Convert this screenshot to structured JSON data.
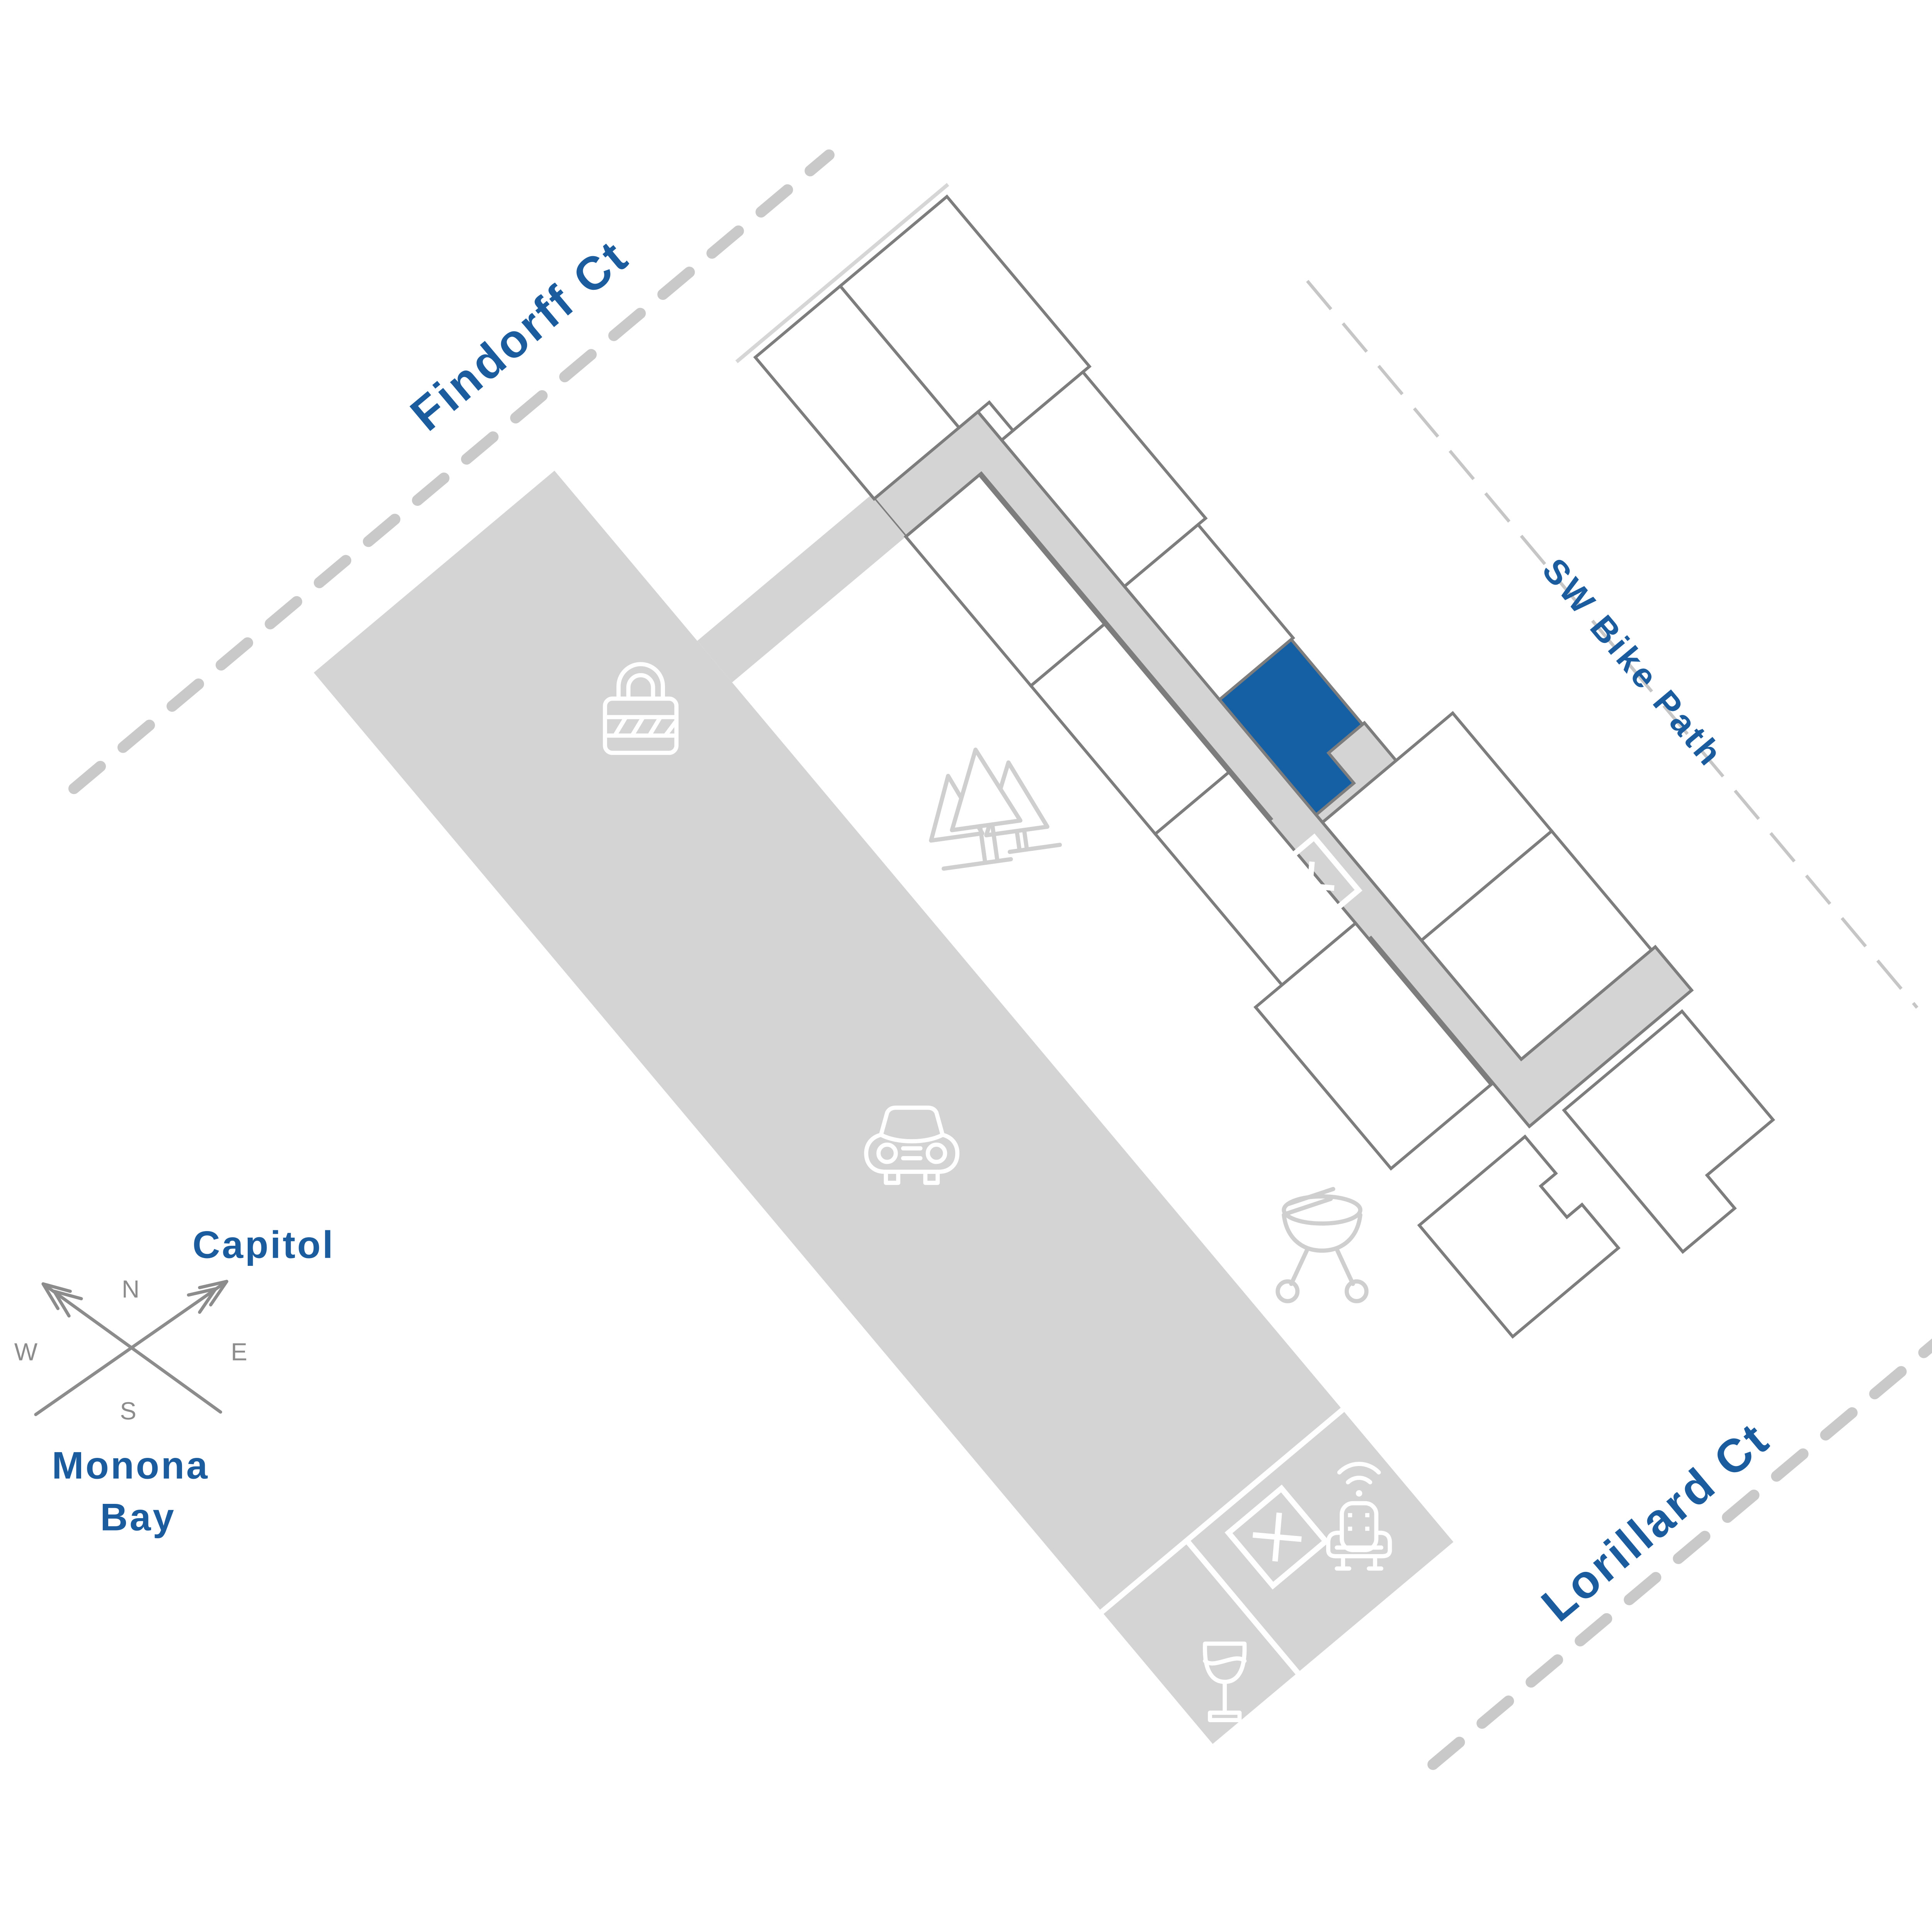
{
  "map": {
    "streets": [
      {
        "name": "Findorff Ct"
      },
      {
        "name": "SW Bike Path"
      },
      {
        "name": "Lorillard Ct"
      }
    ],
    "landmarks": {
      "capitol": "Capitol",
      "monona_bay": [
        "Monona",
        "Bay"
      ]
    },
    "compass": {
      "n": "N",
      "e": "E",
      "s": "S",
      "w": "W"
    },
    "building": {
      "units_total": 13,
      "highlighted_units": 1
    },
    "amenity_icons": [
      {
        "name": "lock-icon"
      },
      {
        "name": "car-icon"
      },
      {
        "name": "trees-icon"
      },
      {
        "name": "grill-icon"
      },
      {
        "name": "elevator-x-icon-building"
      },
      {
        "name": "elevator-x-icon-garage"
      },
      {
        "name": "lounge-chair-wifi-icon"
      },
      {
        "name": "wine-glass-icon"
      }
    ],
    "colors": {
      "street_label": "#1b5c9e",
      "selected_unit": "#1560a4",
      "building_outline": "#7d7d7d",
      "corridor_fill": "#d4d4d4",
      "garage_fill": "#d4d4d4",
      "street_dash": "#c9c9c9",
      "bike_path_dash": "#c6c6c6",
      "icon_on_gray": "#ffffff",
      "icon_on_white": "#cfcfcf",
      "compass": "#8c8c8c"
    }
  }
}
